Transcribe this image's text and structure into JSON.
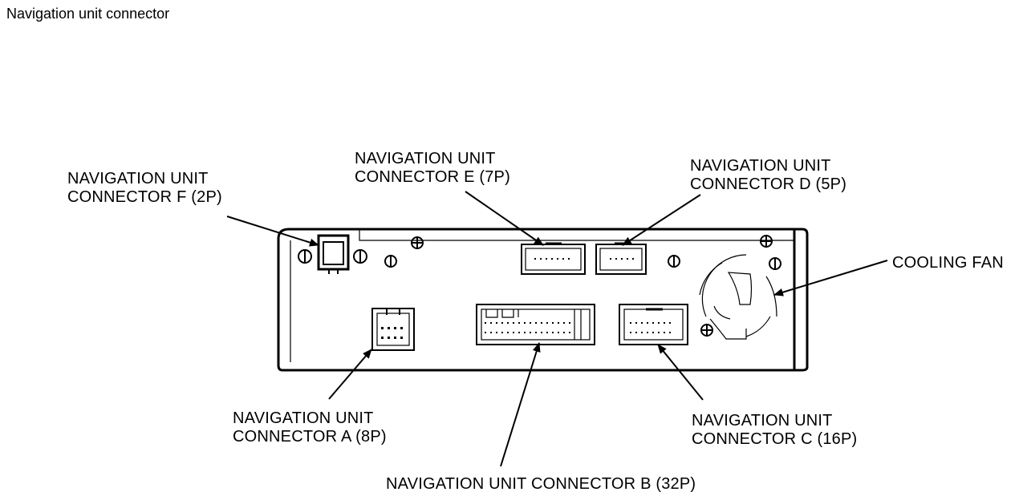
{
  "page": {
    "title": "Navigation unit connector"
  },
  "callouts": {
    "connector_f": {
      "line1": "NAVIGATION UNIT",
      "line2": "CONNECTOR F (2P)"
    },
    "connector_e": {
      "line1": "NAVIGATION UNIT",
      "line2": "CONNECTOR E (7P)"
    },
    "connector_d": {
      "line1": "NAVIGATION UNIT",
      "line2": "CONNECTOR D (5P)"
    },
    "cooling_fan": {
      "label": "COOLING FAN"
    },
    "connector_a": {
      "line1": "NAVIGATION UNIT",
      "line2": "CONNECTOR A (8P)"
    },
    "connector_c": {
      "line1": "NAVIGATION UNIT",
      "line2": "CONNECTOR C (16P)"
    },
    "connector_b": {
      "label": "NAVIGATION UNIT CONNECTOR B (32P)"
    }
  }
}
